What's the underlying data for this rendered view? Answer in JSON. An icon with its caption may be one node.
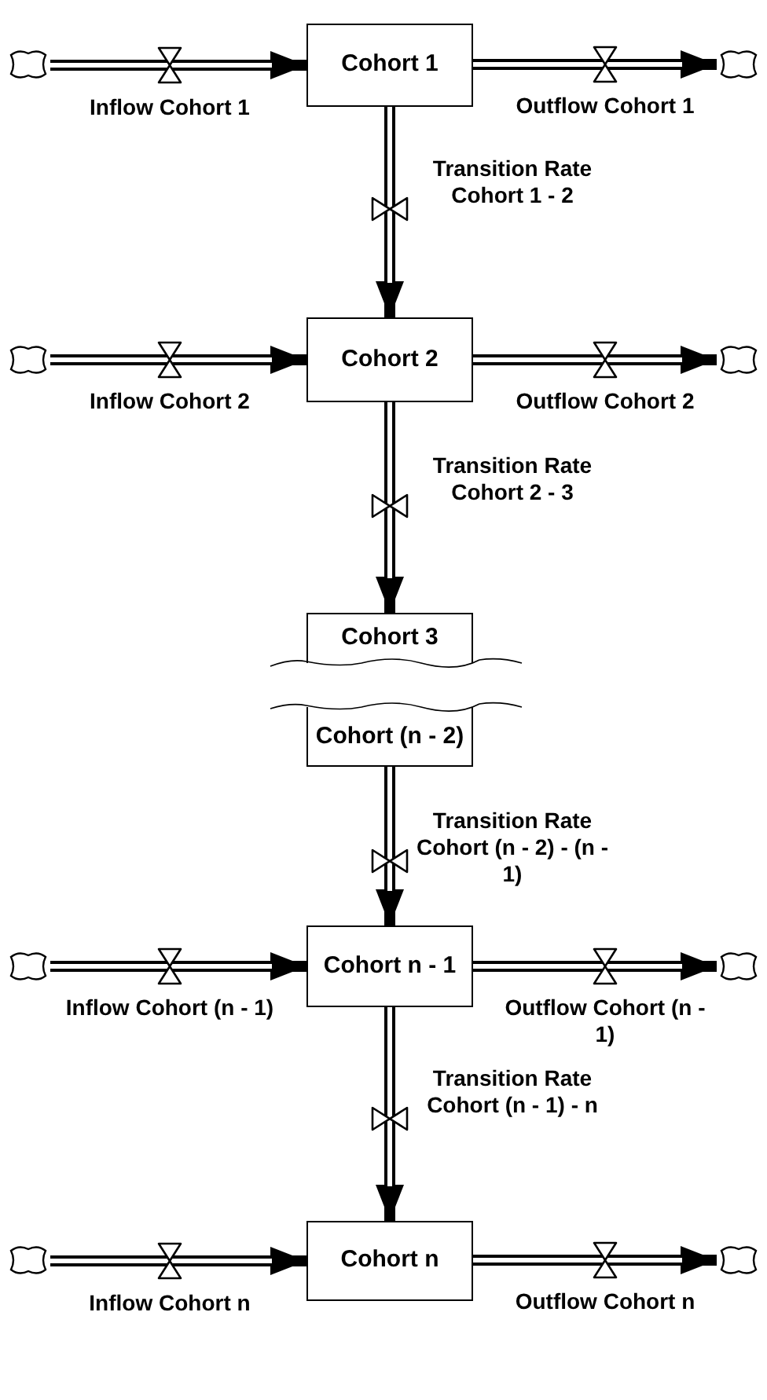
{
  "diagram": {
    "nodes": [
      {
        "text": [],
        "shape": "cloud"
      },
      {
        "text": [
          "Cohort 1"
        ]
      },
      {
        "text": [],
        "shape": "cloud"
      },
      {
        "text": [],
        "shape": "cloud"
      },
      {
        "text": [
          "Cohort 2"
        ]
      },
      {
        "text": [],
        "shape": "cloud"
      },
      {
        "text": [
          "Cohort 3"
        ]
      },
      {
        "text": [
          "Cohort (n - 2)"
        ]
      },
      {
        "text": [],
        "shape": "cloud"
      },
      {
        "text": [
          "Cohort n - 1"
        ]
      },
      {
        "text": [],
        "shape": "cloud"
      },
      {
        "text": [],
        "shape": "cloud"
      },
      {
        "text": [
          "Cohort n"
        ]
      },
      {
        "text": [],
        "shape": "cloud"
      }
    ],
    "edges": [
      {
        "from": 0,
        "to": 1,
        "arrow": "to",
        "label": "Inflow Cohort 1"
      },
      {
        "from": 1,
        "to": 2,
        "arrow": "to",
        "label": "Outflow Cohort 1"
      },
      {
        "from": 1,
        "to": 4,
        "arrow": "to",
        "label": "Transition Rate Cohort 1 - 2"
      },
      {
        "from": 3,
        "to": 4,
        "arrow": "to",
        "label": "Inflow Cohort 2"
      },
      {
        "from": 4,
        "to": 5,
        "arrow": "to",
        "label": "Outflow Cohort 2"
      },
      {
        "from": 4,
        "to": 6,
        "arrow": "to",
        "label": "Transition Rate Cohort 2 - 3"
      },
      {
        "from": 7,
        "to": 9,
        "arrow": "to",
        "label": "Transition Rate Cohort (n - 2) - (n - 1)"
      },
      {
        "from": 8,
        "to": 9,
        "arrow": "to",
        "label": "Inflow Cohort (n - 1)"
      },
      {
        "from": 9,
        "to": 10,
        "arrow": "to",
        "label": "Outflow Cohort (n - 1)"
      },
      {
        "from": 9,
        "to": 12,
        "arrow": "to",
        "label": "Transition Rate Cohort (n - 1) - n"
      },
      {
        "from": 11,
        "to": 12,
        "arrow": "to",
        "label": "Inflow Cohort n"
      },
      {
        "from": 12,
        "to": 13,
        "arrow": "to",
        "label": "Outflow Cohort n"
      }
    ]
  }
}
